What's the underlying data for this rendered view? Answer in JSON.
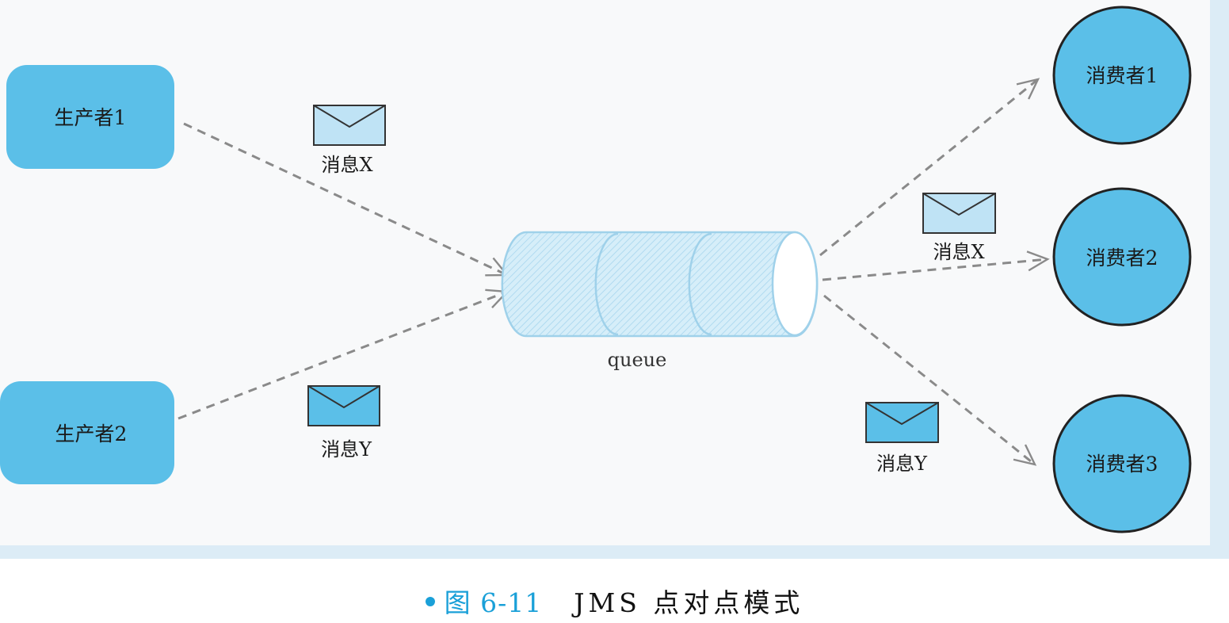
{
  "diagram": {
    "producers": [
      {
        "label": "生产者1"
      },
      {
        "label": "生产者2"
      }
    ],
    "queue": {
      "label": "queue"
    },
    "consumers": [
      {
        "label": "消费者1"
      },
      {
        "label": "消费者2"
      },
      {
        "label": "消费者3"
      }
    ],
    "messages": {
      "in_x": "消息X",
      "in_y": "消息Y",
      "out_x": "消息X",
      "out_y": "消息Y"
    }
  },
  "caption": {
    "figure_number": "图 6-11",
    "title": "JMS 点对点模式"
  },
  "colors": {
    "node_fill": "#5bbfe8",
    "node_stroke": "#222222",
    "queue_fill": "#d3ecf8",
    "envelope_dark": "#5bbfe8",
    "envelope_light": "#bfe3f5",
    "arrow": "#8a8a8a",
    "caption_accent": "#1aa0d8"
  }
}
